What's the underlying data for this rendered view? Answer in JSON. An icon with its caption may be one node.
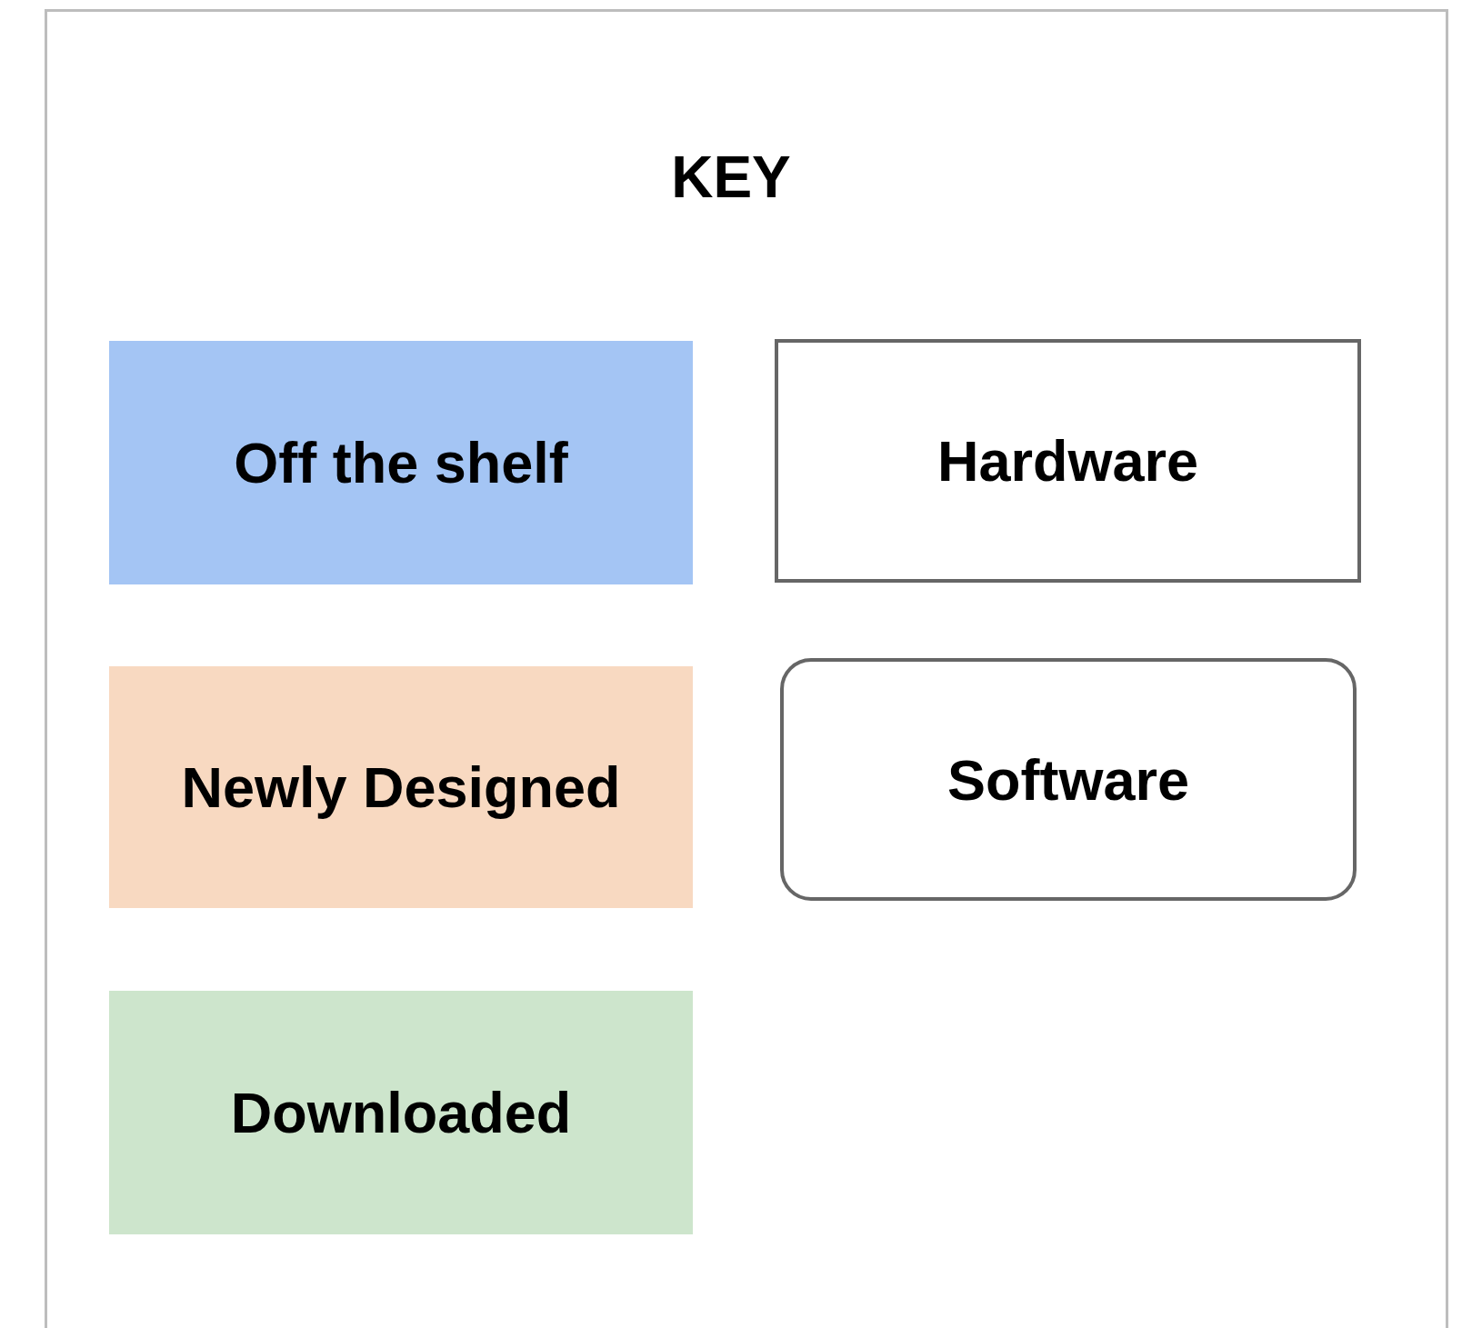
{
  "diagram": {
    "title": "KEY",
    "legend": [
      {
        "text": "Off the shelf",
        "color": "#a4c5f4"
      },
      {
        "text": "Hardware"
      },
      {
        "text": "Newly Designed",
        "color": "#f8d9c1"
      },
      {
        "text": "Software"
      },
      {
        "text": "Downloaded",
        "color": "#cde5cc"
      }
    ]
  }
}
